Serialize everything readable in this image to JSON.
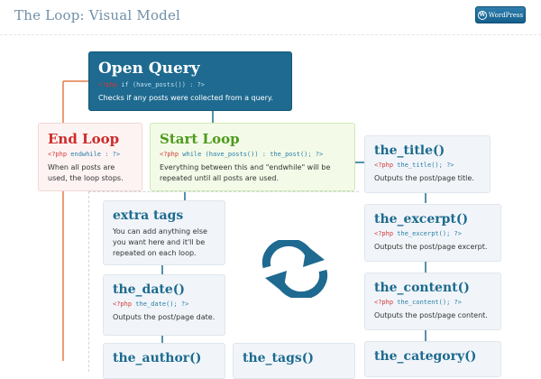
{
  "header": {
    "title": "The Loop: Visual Model",
    "badge_label": "WordPress",
    "badge_logo": "W"
  },
  "colors": {
    "primary": "#1e6a90",
    "end_loop": "#cc2b2b",
    "start_loop": "#4e9a1c",
    "connector_red": "#e07b4a",
    "connector_blue": "#1e6a90"
  },
  "open_query": {
    "title": "Open Query",
    "code_kw": "<?php",
    "code": " if (have_posts()) : ?>",
    "desc": "Checks if any posts were collected from a query."
  },
  "end_loop": {
    "title": "End Loop",
    "code_kw": "<?php",
    "code": " endwhile : ?>",
    "desc": "When all posts are used, the loop stops."
  },
  "start_loop": {
    "title": "Start Loop",
    "code_kw": "<?php",
    "code": " while (have_posts()) : the_post(); ?>",
    "desc": "Everything between this and \"endwhile\" will be repeated until all posts are used."
  },
  "cards": [
    {
      "id": "extra-tags",
      "title": "extra tags",
      "code_kw": "",
      "code": "",
      "desc": "You can add anything else you want here and it'll be repeated on each loop."
    },
    {
      "id": "the-date",
      "title": "the_date()",
      "code_kw": "<?php",
      "code": " the_date(); ?>",
      "desc": "Outputs the post/page date."
    },
    {
      "id": "the-author",
      "title": "the_author()",
      "code_kw": "",
      "code": "",
      "desc": ""
    },
    {
      "id": "the-tags",
      "title": "the_tags()",
      "code_kw": "",
      "code": "",
      "desc": ""
    },
    {
      "id": "the-title",
      "title": "the_title()",
      "code_kw": "<?php",
      "code": " the_title(); ?>",
      "desc": "Outputs the post/page title."
    },
    {
      "id": "the-excerpt",
      "title": "the_excerpt()",
      "code_kw": "<?php",
      "code": " the_excerpt(); ?>",
      "desc": "Outputs the post/page excerpt."
    },
    {
      "id": "the-content",
      "title": "the_content()",
      "code_kw": "<?php",
      "code": " the_content(); ?>",
      "desc": "Outputs the post/page content."
    },
    {
      "id": "the-category",
      "title": "the_category()",
      "code_kw": "",
      "code": "",
      "desc": ""
    }
  ],
  "cycle_icon": "refresh-cycle-icon"
}
